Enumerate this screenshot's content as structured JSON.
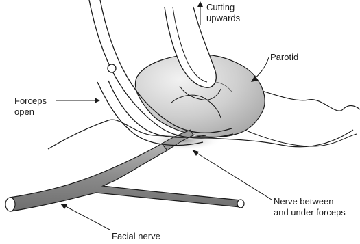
{
  "labels": {
    "cutting": [
      "Cutting",
      "upwards"
    ],
    "parotid": "Parotid",
    "forceps": [
      "Forceps",
      "open"
    ],
    "nerve_between": [
      "Nerve between",
      "and under forceps"
    ],
    "facial_nerve": "Facial nerve"
  },
  "colors": {
    "ink": "#1a1a1a",
    "nerve_fill": "#8c8c8c",
    "parotid_fill": "#c4c4c4",
    "background": "#ffffff"
  }
}
